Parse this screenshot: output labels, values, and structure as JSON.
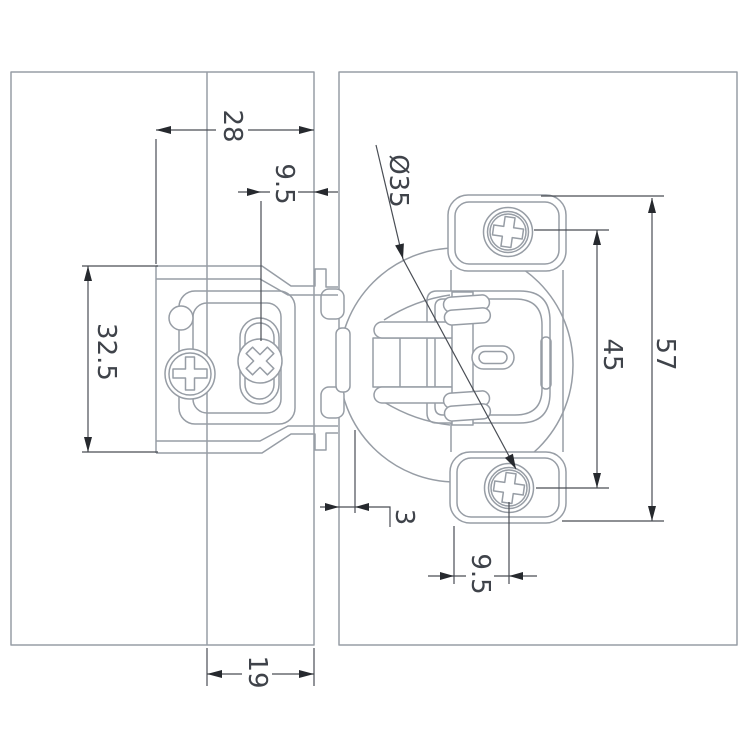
{
  "colors": {
    "background": "#ffffff",
    "geometry_line": "#979da5",
    "dimension_line": "#4a4e55",
    "arrow": "#26292e",
    "text": "#3f434a"
  },
  "dimensions": {
    "door_overlay": "28",
    "cup_edge_distance": "9.5",
    "cup_center_height": "32.5",
    "cup_diameter": "Ø35",
    "plate_screw_spacing": "45",
    "plate_total_height": "57",
    "door_panel_gap": "3",
    "plate_screw_edge_offset": "9.5",
    "door_thickness": "19"
  }
}
